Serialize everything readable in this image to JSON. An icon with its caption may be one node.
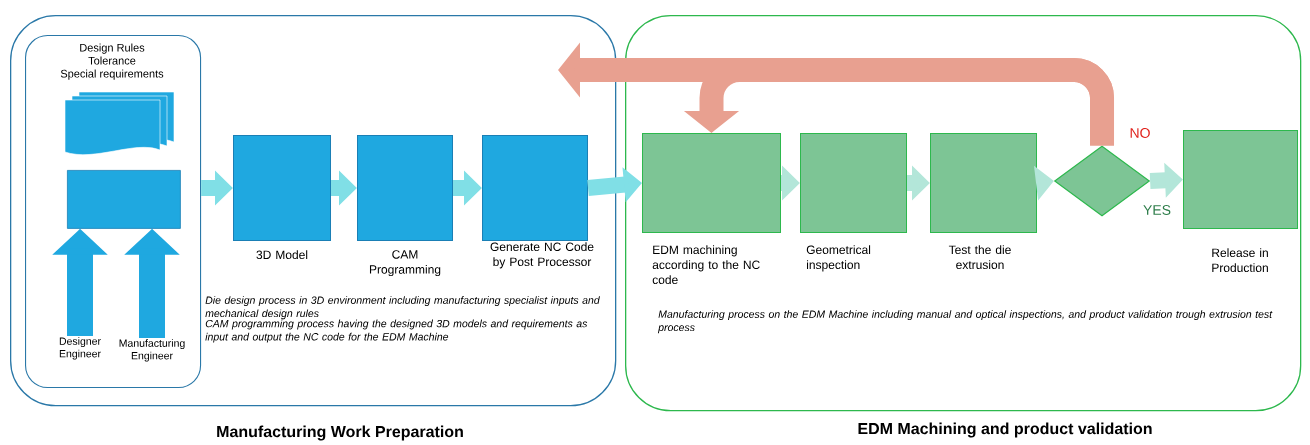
{
  "diagram": {
    "nodes": [
      {
        "text": [
          "Manufacturing Work Preparation"
        ]
      },
      {
        "text": [
          "Design Rules",
          "Tolerance",
          "Special requirements"
        ],
        "in": 0
      },
      {
        "text": [],
        "shape": "box",
        "in": 1
      },
      {
        "text": [
          "Designer Engineer"
        ],
        "in": 1
      },
      {
        "text": [
          "Manufacturing Engineer"
        ],
        "in": 1
      },
      {
        "text": [
          "3D Model"
        ],
        "in": 0
      },
      {
        "text": [
          "CAM Programming"
        ],
        "in": 0
      },
      {
        "text": [
          "Generate NC Code by Post Processor"
        ],
        "in": 0
      },
      {
        "text": [
          "EDM Machining and product validation"
        ]
      },
      {
        "text": [
          "EDM machining according to the NC code"
        ],
        "in": 8
      },
      {
        "text": [
          "Geometrical inspection"
        ],
        "in": 8
      },
      {
        "text": [
          "Test the die extrusion"
        ],
        "in": 8
      },
      {
        "text": [],
        "shape": "diamond",
        "in": 8
      },
      {
        "text": [
          "Release in Production"
        ],
        "in": 8
      }
    ],
    "edges": [
      {
        "from": 3,
        "to": 2,
        "arrow": "to",
        "color": "#1fa8e0"
      },
      {
        "from": 4,
        "to": 2,
        "arrow": "to",
        "color": "#1fa8e0"
      },
      {
        "from": 1,
        "to": 5,
        "arrow": "to",
        "color": "#80dfe6"
      },
      {
        "from": 5,
        "to": 6,
        "arrow": "to",
        "color": "#80dfe6"
      },
      {
        "from": 6,
        "to": 7,
        "arrow": "to",
        "color": "#80dfe6"
      },
      {
        "from": 7,
        "to": 9,
        "arrow": "to",
        "color": "#80dfe6"
      },
      {
        "from": 9,
        "to": 10,
        "arrow": "to",
        "color": "#b3e6d9"
      },
      {
        "from": 10,
        "to": 11,
        "arrow": "to",
        "color": "#b3e6d9"
      },
      {
        "from": 11,
        "to": 12,
        "arrow": "to",
        "color": "#b3e6d9"
      },
      {
        "from": 12,
        "to": 13,
        "arrow": "to",
        "label": "YES",
        "color": "#b3e6d9"
      },
      {
        "from": 12,
        "to": 9,
        "arrow": "to",
        "label": "NO",
        "color": "#e8a090"
      },
      {
        "from": 12,
        "to": 0,
        "arrow": "to",
        "color": "#e8a090"
      }
    ],
    "labels": [
      "Die design process in 3D environment including manufacturing specialist inputs and mechanical design rules",
      "CAM programming process having the designed 3D models and requirements as input and output the NC code for the EDM Machine",
      "Manufacturing process on the EDM Machine including manual and optical inspections, and product validation trough extrusion test process"
    ]
  }
}
